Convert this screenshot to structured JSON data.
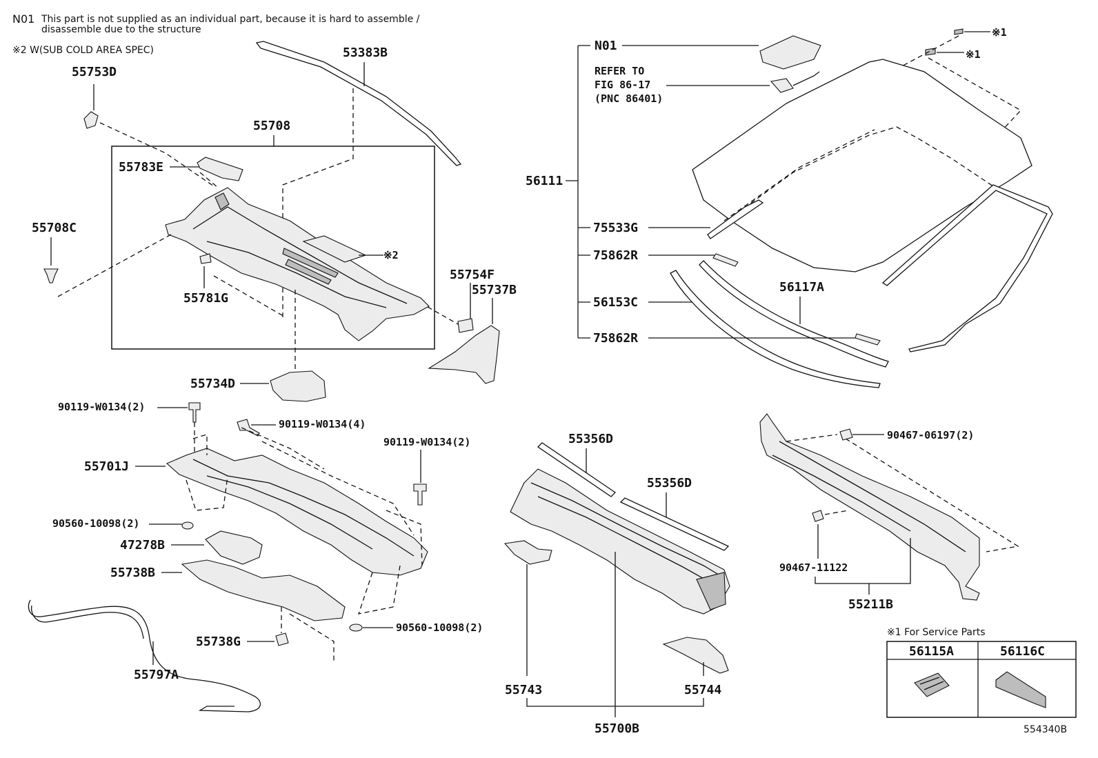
{
  "notes": {
    "n01_code": "N01",
    "n01_line1": "This part is not supplied as an individual part, because it is hard to assemble /",
    "n01_line2": "disassemble due to the structure",
    "n2": "※2 W(SUB COLD AREA SPEC)",
    "service": "※1 For Service Parts"
  },
  "labels": {
    "p53383B": "53383B",
    "p55753D": "55753D",
    "p55708": "55708",
    "p55783E": "55783E",
    "p55708C": "55708C",
    "p55781G": "55781G",
    "mark2": "※2",
    "p55754F": "55754F",
    "p55737B": "55737B",
    "p55734D": "55734D",
    "b90119a": "90119-W0134(2)",
    "b90119b": "90119-W0134(4)",
    "b90119c": "90119-W0134(2)",
    "p55701J": "55701J",
    "w90560a": "90560-10098(2)",
    "p47278B": "47278B",
    "p55738B": "55738B",
    "w90560b": "90560-10098(2)",
    "p55738G": "55738G",
    "p55797A": "55797A",
    "pN01": "N01",
    "refer1": "REFER TO",
    "refer2": "FIG 86-17",
    "refer3": "(PNC 86401)",
    "mark1a": "※1",
    "mark1b": "※1",
    "p56111": "56111",
    "p75533G": "75533G",
    "p75862Ra": "75862R",
    "p56153C": "56153C",
    "p56117A": "56117A",
    "p75862Rb": "75862R",
    "p55356Da": "55356D",
    "p55356Db": "55356D",
    "p55743": "55743",
    "p55744": "55744",
    "p55700B": "55700B",
    "c90467a": "90467-06197(2)",
    "c90467b": "90467-11122",
    "p55211B": "55211B",
    "t56115A": "56115A",
    "t56116C": "56116C",
    "figcode": "554340B"
  }
}
